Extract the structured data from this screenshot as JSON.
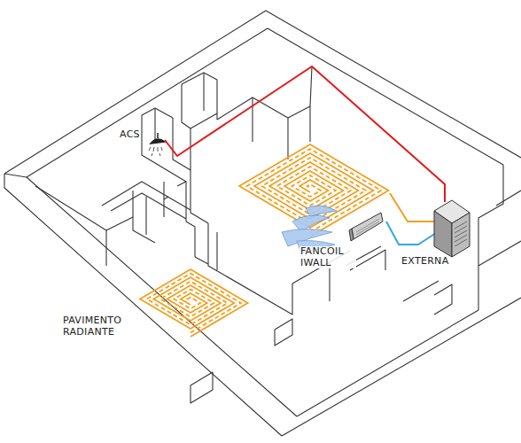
{
  "diagram": {
    "labels": [
      "ACS",
      "FANCOIL IWALL",
      "EXTERNA",
      "PAVIMENTO RADIANTE"
    ]
  }
}
